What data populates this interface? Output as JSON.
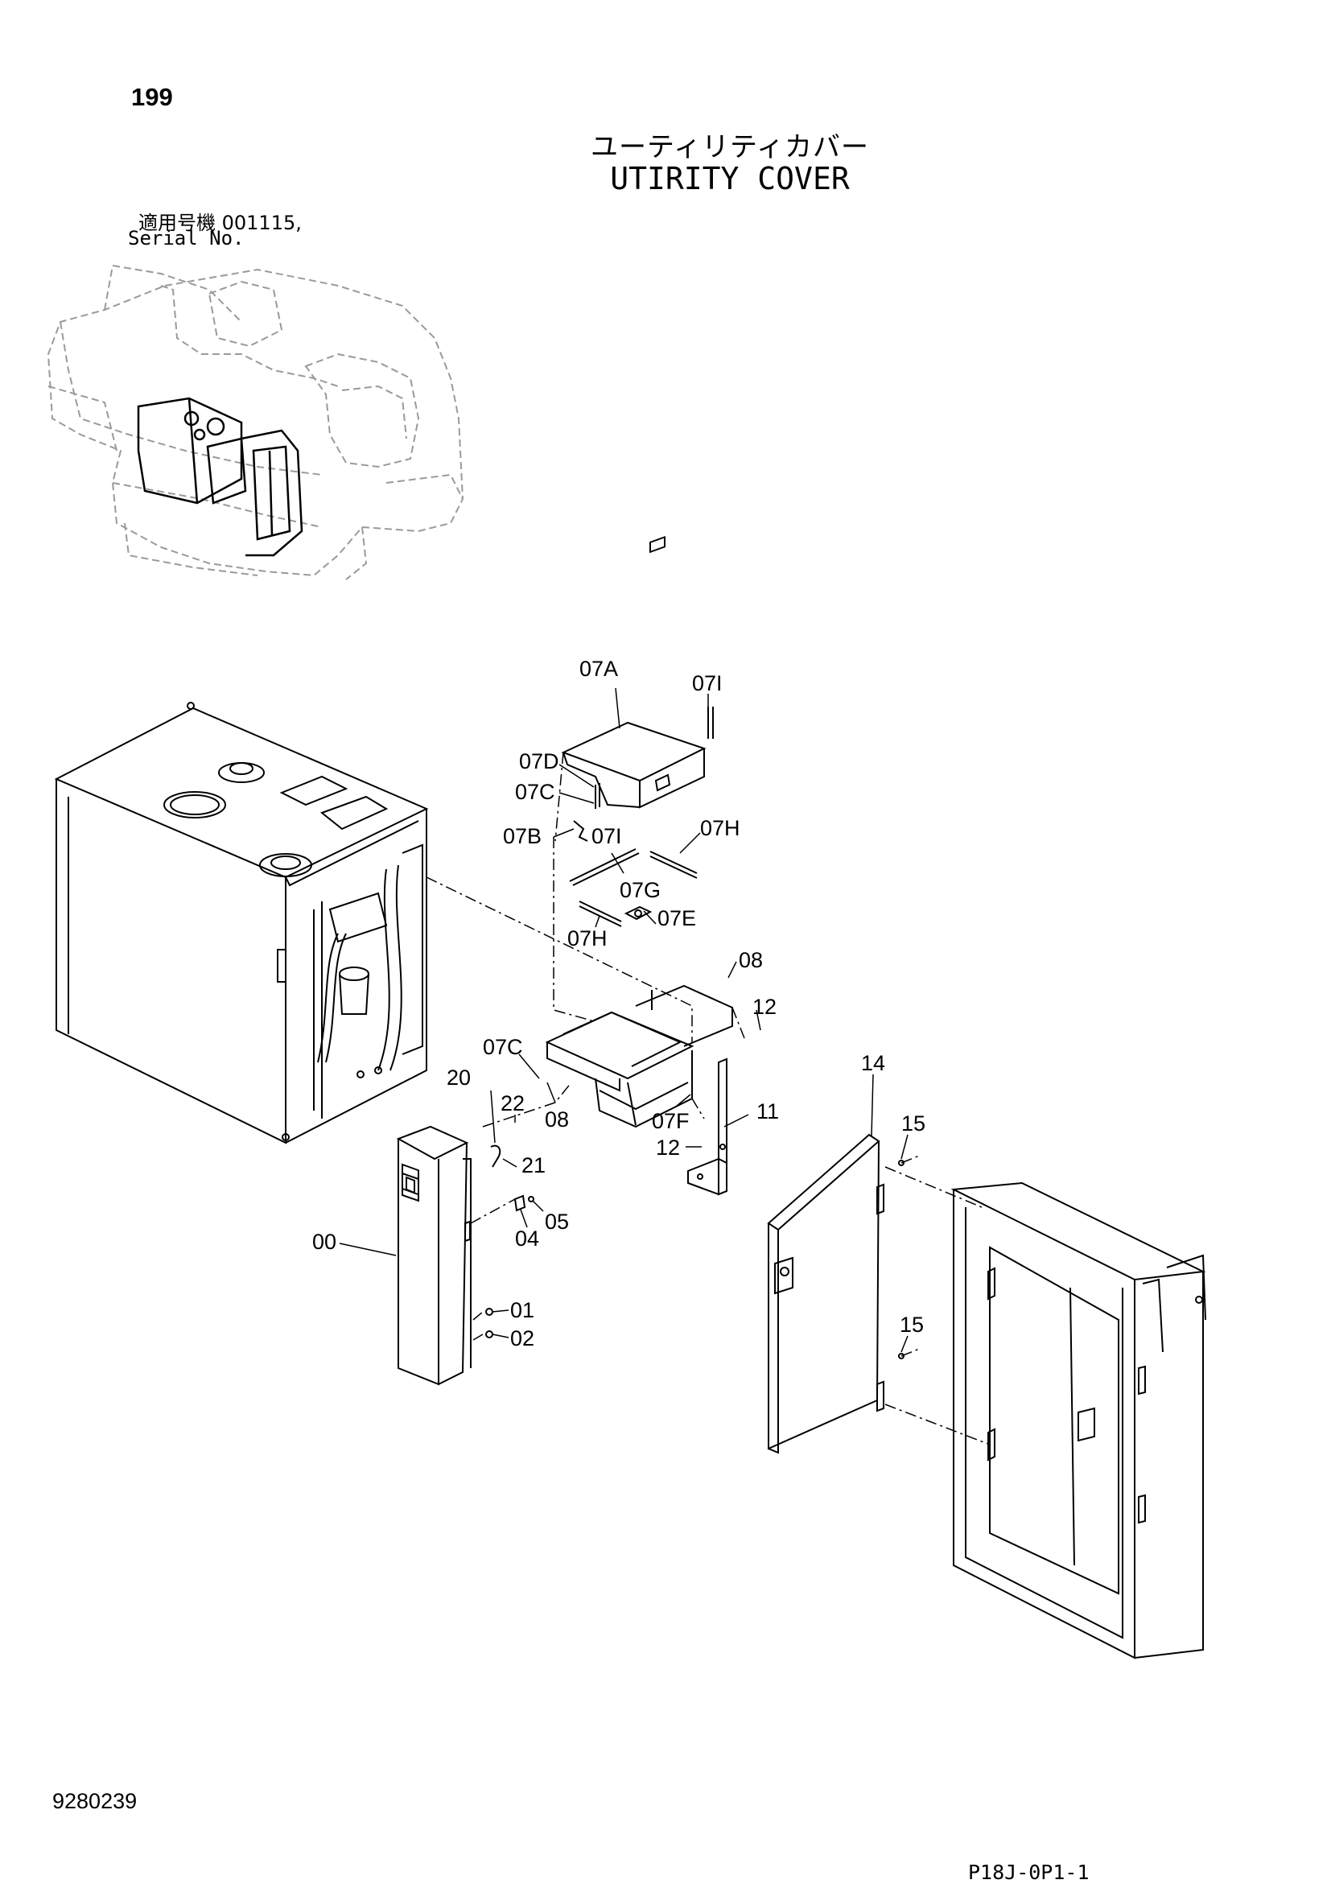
{
  "header": {
    "page_number": "199",
    "title_jp": "ユーティリティカバー",
    "title_en": "UTIRITY COVER",
    "serial_label_jp": "適用号機  001115,",
    "serial_label_en": "Serial No."
  },
  "footer": {
    "doc_number": "9280239",
    "sheet_code": "P18J-0P1-1"
  },
  "callouts": {
    "c07A": "07A",
    "c07I_top": "07I",
    "c07D": "07D",
    "c07C_top": "07C",
    "c07B": "07B",
    "c07I_mid": "07I",
    "c07H_top": "07H",
    "c07G": "07G",
    "c07H_bot": "07H",
    "c07E": "07E",
    "c08_top": "08",
    "c12_top": "12",
    "c07C_bot": "07C",
    "c20": "20",
    "c22": "22",
    "c08_bot": "08",
    "c07F": "07F",
    "c11": "11",
    "c12_bot": "12",
    "c14": "14",
    "c15_top": "15",
    "c21": "21",
    "c05": "05",
    "c04": "04",
    "c00": "00",
    "c01": "01",
    "c02": "02",
    "c15_bot": "15"
  },
  "colors": {
    "line": "#000000",
    "ghost_line": "#9a9a9a",
    "background": "#ffffff"
  }
}
